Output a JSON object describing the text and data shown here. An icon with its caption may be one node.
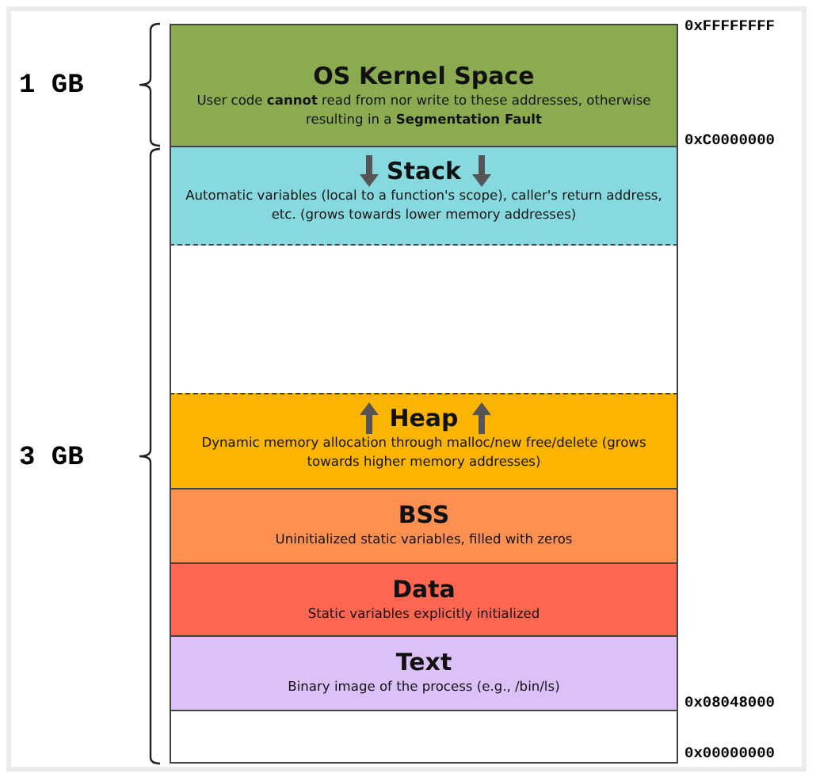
{
  "diagram": {
    "nodes": [
      {
        "text": [
          "OS Kernel Space",
          "User code **cannot** read from nor write to these addresses, otherwise resulting in a **Segmentation Fault**"
        ]
      },
      {
        "text": [
          "Stack",
          "Automatic variables (local to a function's scope), caller's return address, etc. (grows towards lower memory addresses)"
        ]
      },
      {
        "text": [],
        "shape": "box"
      },
      {
        "text": [
          "Heap",
          "Dynamic memory allocation through malloc/new free/delete (grows towards higher memory addresses)"
        ]
      },
      {
        "text": [
          "BSS",
          "Uninitialized static variables, filled with zeros"
        ]
      },
      {
        "text": [
          "Data",
          "Static variables explicitly initialized"
        ]
      },
      {
        "text": [
          "Text",
          "Binary image of the process (e.g., /bin/ls)"
        ]
      },
      {
        "text": [],
        "shape": "box"
      }
    ],
    "edges": [],
    "labels": [
      "0xFFFFFFFF",
      "1 GB",
      "0xC0000000",
      "3 GB",
      "0x08048000",
      "0x00000000"
    ]
  }
}
